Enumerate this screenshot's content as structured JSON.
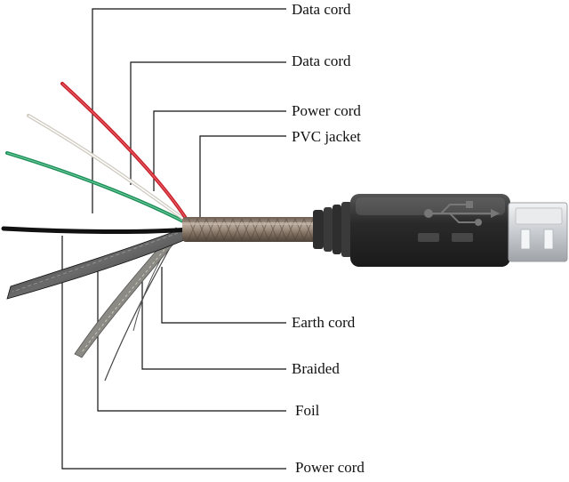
{
  "labels": [
    {
      "id": "data-cord-1",
      "text": "Data cord"
    },
    {
      "id": "data-cord-2",
      "text": "Data cord"
    },
    {
      "id": "power-cord-1",
      "text": "Power cord"
    },
    {
      "id": "pvc-jacket",
      "text": "PVC jacket"
    },
    {
      "id": "earth-cord",
      "text": "Earth cord"
    },
    {
      "id": "braided",
      "text": "Braided"
    },
    {
      "id": "foil",
      "text": "Foil"
    },
    {
      "id": "power-cord-2",
      "text": "Power cord"
    }
  ],
  "colors": {
    "red_wire": "#c8202a",
    "white_wire": "#e6e3dc",
    "green_wire": "#1f8f5a",
    "black_wire": "#111111",
    "jacket": "#8a7a6a",
    "connector_body": "#3a3a3a",
    "connector_metal": "#d9dbdd",
    "leader_line": "#111111"
  },
  "icons": {
    "connector_logo": "usb-trident-icon"
  }
}
